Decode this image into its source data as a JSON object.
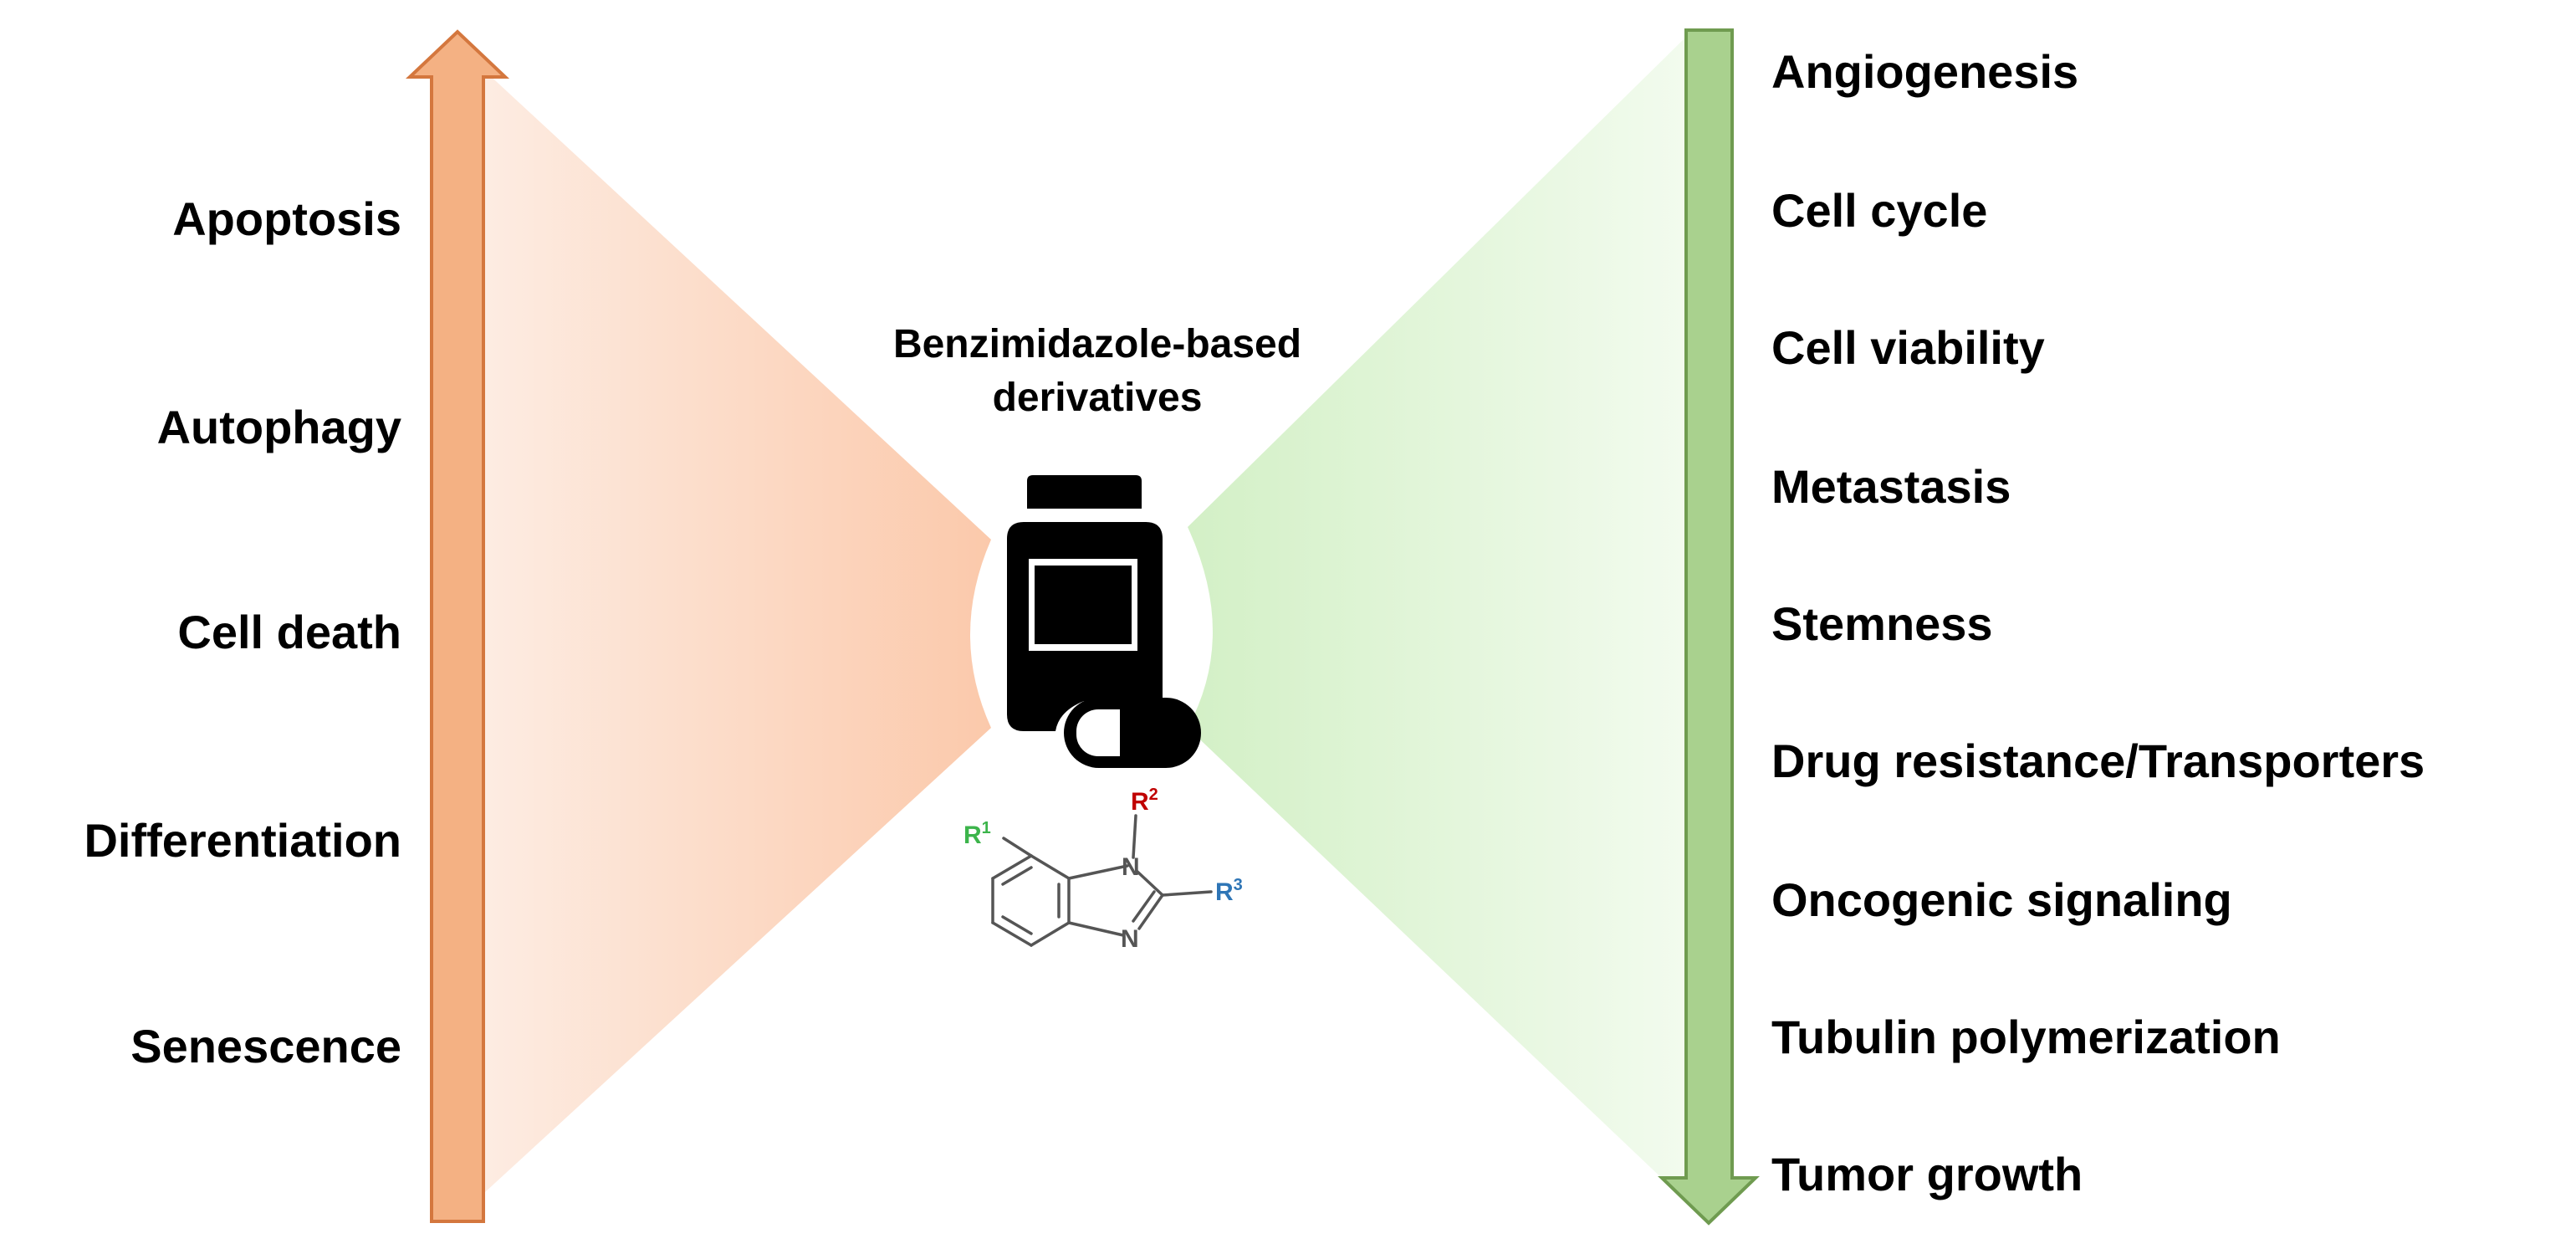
{
  "left_effects": {
    "items": [
      "Apoptosis",
      "Autophagy",
      "Cell death",
      "Differentiation",
      "Senescence"
    ],
    "arrow_color": "#f4b183",
    "arrow_stroke": "#d4773e"
  },
  "right_effects": {
    "items": [
      "Angiogenesis",
      "Cell cycle",
      "Cell viability",
      "Metastasis",
      "Stemness",
      "Drug resistance/Transporters",
      "Oncogenic signaling",
      "Tubulin polymerization",
      "Tumor growth"
    ],
    "arrow_color": "#a9d18e",
    "arrow_stroke": "#6f9b50"
  },
  "center": {
    "title_line1": "Benzimidazole-based",
    "title_line2": "derivatives",
    "icon": "pill-bottle-icon",
    "structure": {
      "r1": "R",
      "r1_sup": "1",
      "r2": "R",
      "r2_sup": "2",
      "r3": "R",
      "r3_sup": "3",
      "n_top": "N",
      "n_bottom": "N",
      "r1_color": "#3cb44b",
      "r2_color": "#c00000",
      "r3_color": "#2e75b6"
    }
  }
}
